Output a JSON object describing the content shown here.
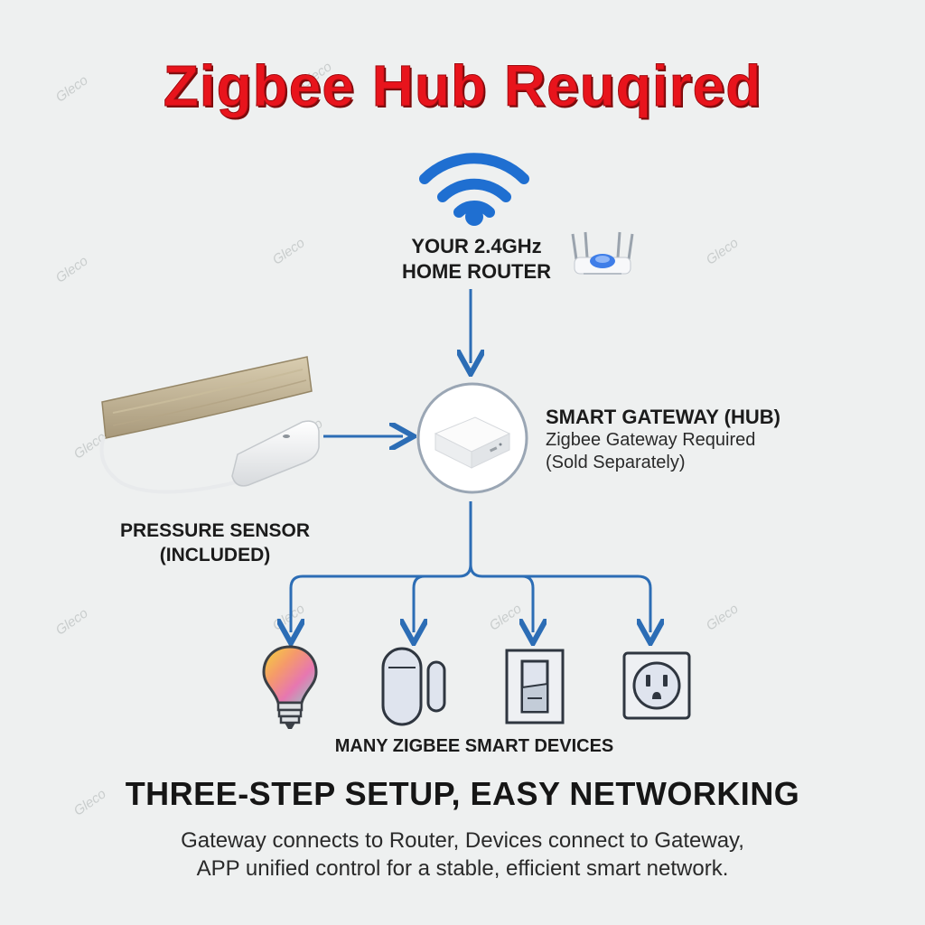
{
  "title": "Zigbee Hub Reuqired",
  "watermark": "Gleco",
  "router": {
    "label_line1": "YOUR 2.4GHz",
    "label_line2": "HOME ROUTER",
    "icon": "wifi-icon"
  },
  "gateway": {
    "title": "SMART GATEWAY (HUB)",
    "line1": "Zigbee Gateway Required",
    "line2": "(Sold Separately)"
  },
  "sensor": {
    "label_line1": "PRESSURE SENSOR",
    "label_line2": "(INCLUDED)"
  },
  "devices": {
    "label": "MANY ZIGBEE SMART DEVICES",
    "icons": [
      "light-bulb-icon",
      "door-sensor-icon",
      "wall-switch-icon",
      "power-outlet-icon"
    ]
  },
  "heading": "THREE-STEP SETUP, EASY NETWORKING",
  "description": {
    "line1": "Gateway connects to Router, Devices connect to Gateway,",
    "line2": "APP unified control for a stable, efficient smart network."
  },
  "colors": {
    "title": "#e8141c",
    "wifi": "#1f6fd1",
    "arrow": "#2c6db5",
    "background": "#eef0f0"
  }
}
